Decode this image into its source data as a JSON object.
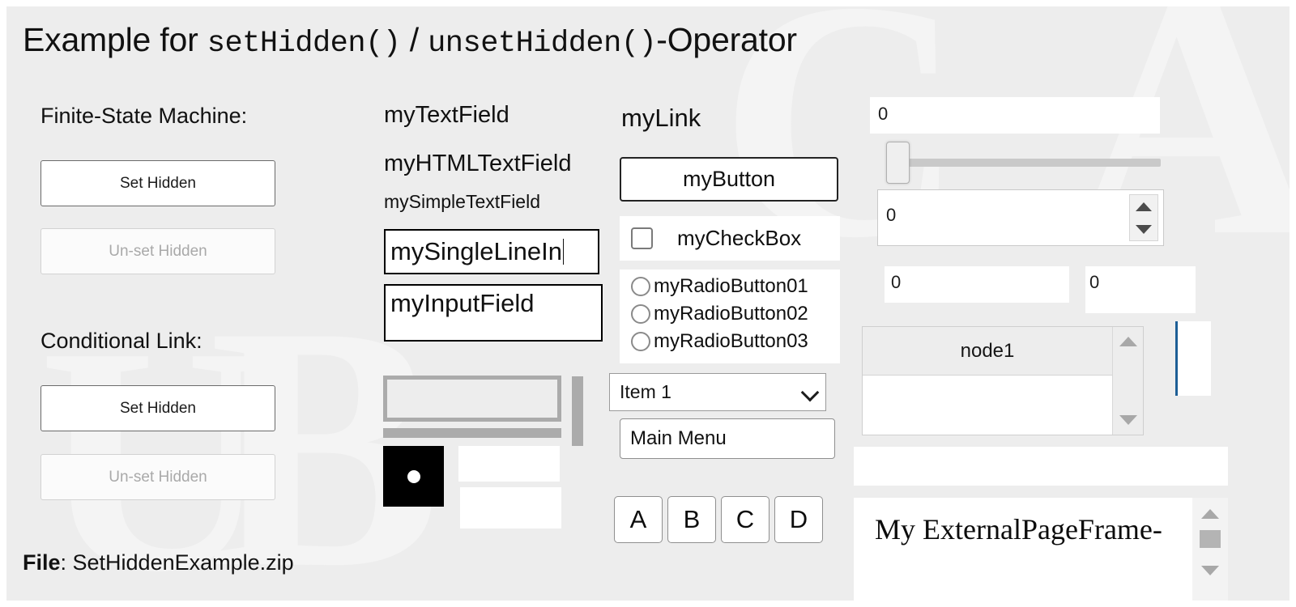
{
  "page": {
    "title_prefix": "Example for ",
    "title_mono_1": "setHidden()",
    "title_sep": " / ",
    "title_mono_2": "unsetHidden()",
    "title_suffix": "-Operator",
    "background_color": "#ededed",
    "watermark_letters": [
      "C",
      "A",
      "B",
      "U"
    ]
  },
  "left_column": {
    "section_fsm": {
      "heading": "Finite-State Machine:",
      "set_hidden_label": "Set Hidden",
      "unset_hidden_label": "Un-set Hidden"
    },
    "section_conditional": {
      "heading": "Conditional Link:",
      "set_hidden_label": "Set Hidden",
      "unset_hidden_label": "Un-set Hidden"
    }
  },
  "middle_column": {
    "text_field_label": "myTextField",
    "html_text_field_label": "myHTMLTextField",
    "simple_text_field_label": "mySimpleTextField",
    "single_line_input_value": "mySingleLineIn",
    "input_field_value": "myInputField"
  },
  "third_column": {
    "link_label": "myLink",
    "button_label": "myButton",
    "checkbox_label": "myCheckBox",
    "radio_buttons": [
      "myRadioButton01",
      "myRadioButton02",
      "myRadioButton03"
    ],
    "select_value": "Item 1",
    "menu_label": "Main Menu",
    "tab_buttons": [
      "A",
      "B",
      "C",
      "D"
    ]
  },
  "right_column": {
    "top_field_value": "0",
    "slider_value": "0",
    "spinner_value": "0",
    "number_field_left_value": "0",
    "number_field_right_value": "0",
    "tree_node_label": "node1",
    "external_page_frame_text": "My ExternalPageFrame-"
  },
  "footer": {
    "file_label": "File",
    "file_name": ": SetHiddenExample.zip"
  }
}
